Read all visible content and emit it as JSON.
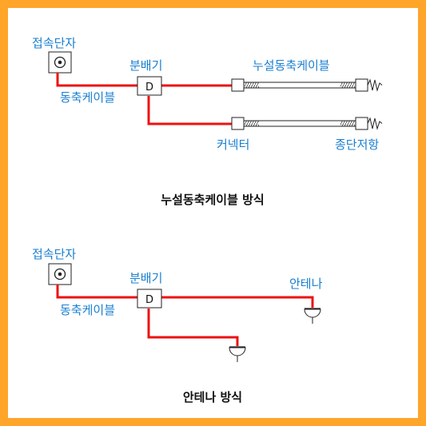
{
  "colors": {
    "border": "#ffa52a",
    "line": "#ee1111",
    "label": "#1a7fd0",
    "caption": "#111111"
  },
  "leaky": {
    "terminal_label": "접속단자",
    "splitter_label": "분배기",
    "splitter_symbol": "D",
    "coax_label": "동축케이블",
    "leaky_cable_label": "누설동축케이블",
    "connector_label": "커넥터",
    "terminator_label": "종단저항",
    "caption": "누설동축케이블 방식"
  },
  "antenna": {
    "terminal_label": "접속단자",
    "splitter_label": "분배기",
    "splitter_symbol": "D",
    "coax_label": "동축케이블",
    "antenna_label": "안테나",
    "caption": "안테나 방식"
  }
}
